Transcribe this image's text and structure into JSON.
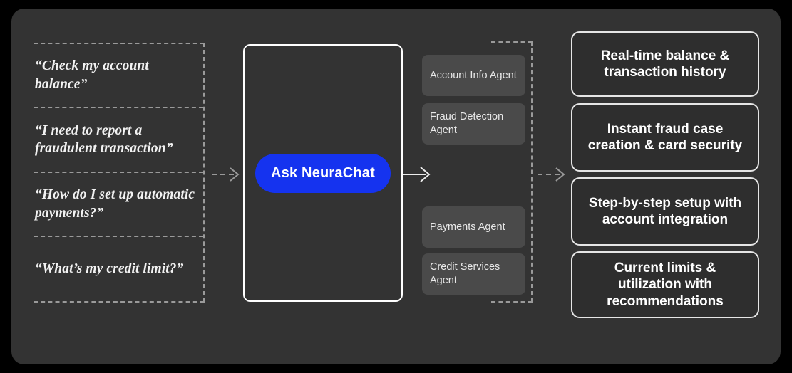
{
  "diagram": {
    "background": "#000000",
    "panel_color": "#333333",
    "accent_color": "#1533ef",
    "card_color": "#4a4a4a",
    "dash_color": "#9a9a9a"
  },
  "questions": {
    "items": [
      {
        "text": "“Check my account balance”"
      },
      {
        "text": "“I need to report a fraudulent transaction”"
      },
      {
        "text": "“How do I set up automatic payments?”"
      },
      {
        "text": "“What’s my credit limit?”"
      }
    ]
  },
  "chat": {
    "button_label": "Ask NeuraChat"
  },
  "agents": {
    "items": [
      {
        "label": "Account Info Agent"
      },
      {
        "label": "Fraud Detection Agent"
      },
      {
        "label": "Payments Agent"
      },
      {
        "label": "Credit Services Agent"
      }
    ]
  },
  "outcomes": {
    "items": [
      {
        "text": "Real-time balance & transaction history"
      },
      {
        "text": "Instant fraud case creation & card security"
      },
      {
        "text": "Step-by-step setup with account integration"
      },
      {
        "text": "Current limits & utilization with recommendations"
      }
    ]
  },
  "arrows": {
    "questions_to_chat": "arrow-right-dashed",
    "chat_to_agents": "arrow-right-solid",
    "agents_to_outcomes": "arrow-right-dashed"
  }
}
